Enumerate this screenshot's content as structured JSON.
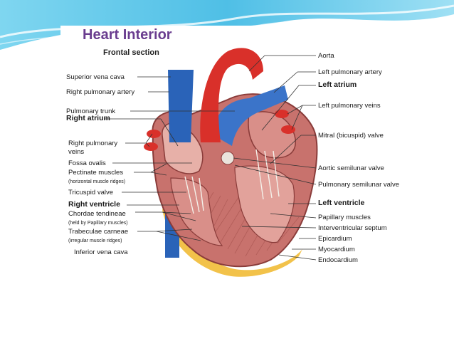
{
  "title": "Heart Interior",
  "subtitle": "Frontal section",
  "labels_left": {
    "superior_vena_cava": "Superior vena cava",
    "right_pulmonary_artery": "Right pulmonary artery",
    "pulmonary_trunk": "Pulmonary trunk",
    "right_atrium": "Right atrium",
    "right_pulmonary_veins_1": "Right pulmonary",
    "right_pulmonary_veins_2": "veins",
    "fossa_ovalis": "Fossa ovalis",
    "pectinate_muscles": "Pectinate muscles",
    "pectinate_note": "(horizontal muscle ridges)",
    "tricuspid_valve": "Tricuspid valve",
    "right_ventricle": "Right ventricle",
    "chordae_tendineae": "Chordae tendineae",
    "chordae_note": "(held by Papillary muscles)",
    "trabeculae_carneae": "Trabeculae carneae",
    "trabeculae_note": "(irregular muscle ridges)",
    "inferior_vena_cava": "Inferior vena cava"
  },
  "labels_right": {
    "aorta": "Aorta",
    "left_pulmonary_artery": "Left pulmonary artery",
    "left_atrium": "Left atrium",
    "left_pulmonary_veins": "Left pulmonary veins",
    "mitral_valve": "Mitral (bicuspid) valve",
    "aortic_valve": "Aortic semilunar valve",
    "pulmonary_valve": "Pulmonary semilunar valve",
    "left_ventricle": "Left ventricle",
    "papillary_muscles": "Papillary muscles",
    "interventricular_septum": "Interventricular septum",
    "epicardium": "Epicardium",
    "myocardium": "Myocardium",
    "endocardium": "Endocardium"
  },
  "colors": {
    "banner": "#5bc6e8",
    "title": "#6a3d8f",
    "vein_blue": "#2a63b8",
    "artery_red": "#d9302a",
    "myocardium": "#c8726d",
    "fat_yellow": "#f2c24a"
  }
}
